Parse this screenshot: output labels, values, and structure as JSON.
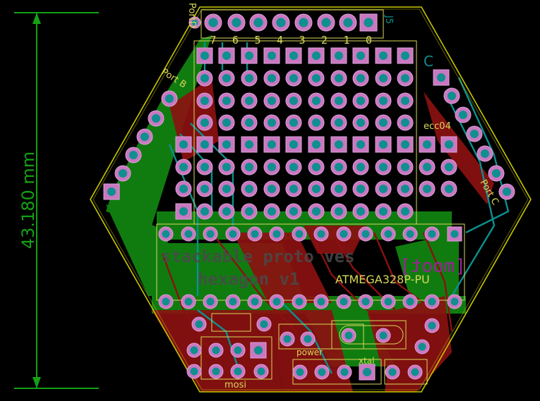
{
  "colors": {
    "background": "#000000",
    "copper_top": "#8b1111",
    "copper_bottom": "#128a12",
    "outline": "#c8c800",
    "silk": "#d8d858",
    "pad_ring": "#c878c0",
    "drill": "#0f8f8f",
    "trace": "#0c9090",
    "dimension": "#14a014",
    "bottom_text": "#4a4a4a",
    "top_text": "#a0209a"
  },
  "dimension": {
    "label": "43.180 mm"
  },
  "text": {
    "line1": "stackable proto   ves",
    "line2": "hexagon v1",
    "chip_label": "ATMEGA328P-PU",
    "chip_mirror": "[moot]",
    "port_b": "Port B",
    "port_c": "Port C",
    "port_d": "PortD",
    "j5": "J5",
    "mosi": "mosi",
    "ecc": "ecc04",
    "power": "power",
    "crystal": "xtal",
    "c_label": "C"
  },
  "header": {
    "numbers": [
      "7",
      "6",
      "5",
      "4",
      "3",
      "2",
      "1",
      "0"
    ]
  },
  "proto_grid": {
    "top_block_rows": 4,
    "bottom_block_rows": 4,
    "top_cols": 10,
    "bottom_cols": 11
  }
}
